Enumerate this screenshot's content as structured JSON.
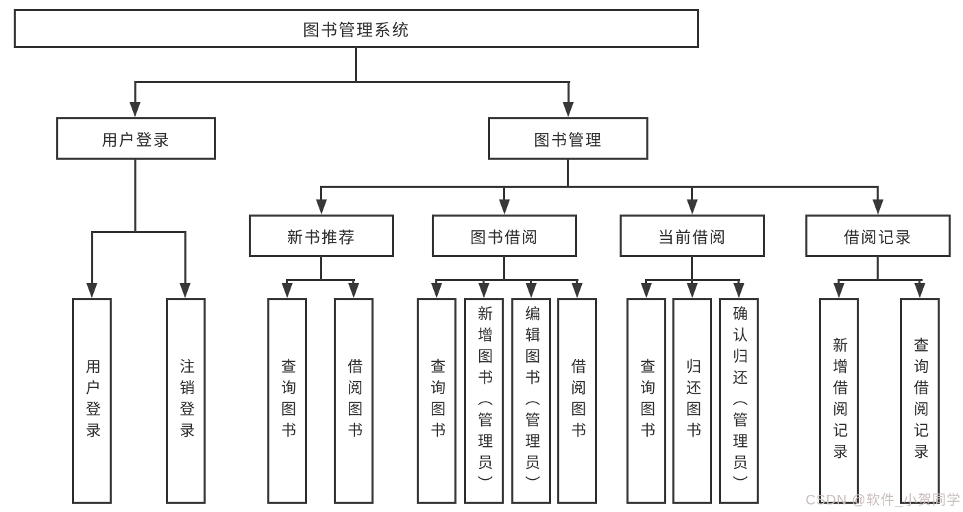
{
  "nodes": {
    "root": "图书管理系统",
    "user_login": "用户登录",
    "book_mgmt": "图书管理",
    "new_book": "新书推荐",
    "book_borrow": "图书借阅",
    "current_borrow": "当前借阅",
    "borrow_records": "借阅记录",
    "leaf_user_login": "用户登录",
    "leaf_logout": "注销登录",
    "leaf_nb_query": "查询图书",
    "leaf_nb_borrow": "借阅图书",
    "leaf_bb_query": "查询图书",
    "leaf_bb_add": "新增图书（管理员）",
    "leaf_bb_edit": "编辑图书（管理员）",
    "leaf_bb_borrow": "借阅图书",
    "leaf_cb_query": "查询图书",
    "leaf_cb_return": "归还图书",
    "leaf_cb_confirm": "确认归还（管理员）",
    "leaf_br_add": "新增借阅记录",
    "leaf_br_query": "查询借阅记录"
  },
  "watermark": "CSDN @软件_小贺同学",
  "colors": {
    "line": "#383838",
    "text": "#2d2d2d",
    "watermark": "#c9bcbc",
    "background": "#ffffff"
  }
}
